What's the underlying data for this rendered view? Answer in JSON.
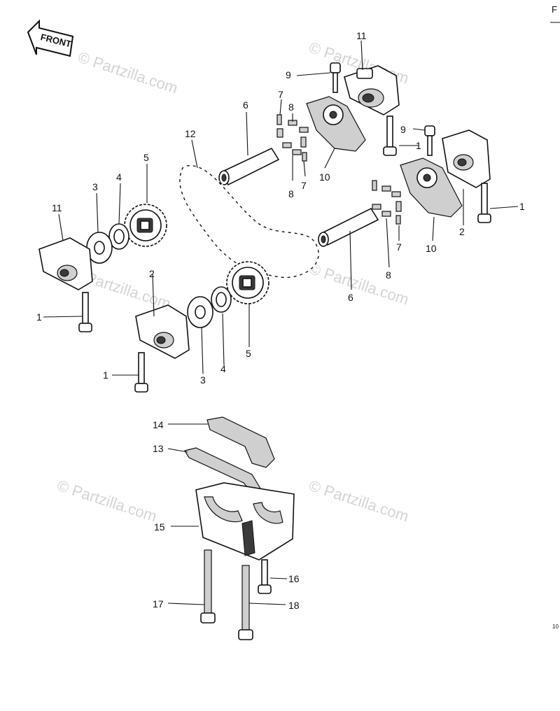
{
  "front_badge": "FRONT",
  "watermark": "© Partzilla.com",
  "corner_top_right": "F",
  "corner_side_right": "10",
  "callouts": [
    "1",
    "1",
    "1",
    "1",
    "2",
    "2",
    "3",
    "3",
    "4",
    "4",
    "5",
    "5",
    "6",
    "6",
    "7",
    "7",
    "7",
    "8",
    "8",
    "8",
    "9",
    "9",
    "10",
    "10",
    "11",
    "11",
    "12",
    "13",
    "14",
    "15",
    "16",
    "17",
    "18"
  ]
}
